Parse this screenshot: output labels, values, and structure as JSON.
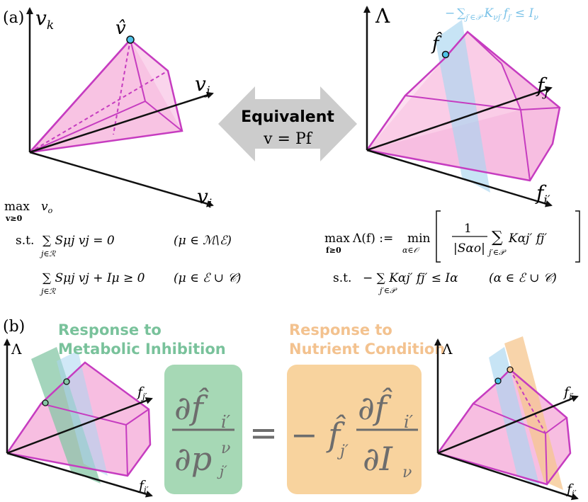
{
  "panel_a": {
    "label": "(a)",
    "left_axes": {
      "vertical": "v",
      "vertical_sub": "k",
      "right": "v",
      "right_sub": "j",
      "bottom": "v",
      "bottom_sub": "i",
      "apex": "v̂"
    },
    "right_axes": {
      "vertical": "Λ",
      "right": "f",
      "right_sub": "j′",
      "bottom": "f",
      "bottom_sub": "i′",
      "apex": "f̂"
    },
    "constraint_label": "− ∑ K f ≤ I",
    "constraint_parts": {
      "minus": "−",
      "sum": "∑",
      "sum_sub": "j′∈𝒫",
      "K": "K",
      "K_sub": "νj′",
      "f": "f",
      "f_sub": "j′",
      "leq": "≤ I",
      "I_sub": "ν"
    },
    "arrow_label_top": "Equivalent",
    "arrow_label_bottom": "v = Pf",
    "left_problem": {
      "max": "max",
      "max_sub": "v≥0",
      "objective": "v",
      "objective_sub": "o",
      "st": "s.t.",
      "eq1": "∑ Sμj vj = 0",
      "eq1_cond": "(μ ∈ ℳ\\ℰ)",
      "eq1_sum_sub": "j∈ℛ",
      "eq2": "∑ Sμj vj + Iμ ≥ 0",
      "eq2_cond": "(μ ∈ ℰ ∪ 𝒞)",
      "eq2_sum_sub": "j∈ℛ"
    },
    "right_problem": {
      "max": "max",
      "max_sub": "f≥0",
      "lambda_def": "Λ(f) :=",
      "min": "min",
      "min_sub": "α∈𝒪",
      "frac_num": "1",
      "frac_den": "|Sαo|",
      "sum_sub": "j′∈𝒫",
      "term": "Kαj′ fj′",
      "st": "s.t.",
      "ineq": "− ∑ Kαj′ fj′ ≤ Iα",
      "ineq_sum_sub": "j′∈𝒫",
      "ineq_cond": "(α ∈ ℰ ∪ 𝒞)"
    }
  },
  "panel_b": {
    "label": "(b)",
    "left_caption_1": "Response to",
    "left_caption_2": "Metabolic Inhibition",
    "right_caption_1": "Response to",
    "right_caption_2": "Nutrient Condition",
    "left_axes": {
      "vertical": "Λ",
      "right": "f",
      "right_sub": "j′",
      "bottom": "f",
      "bottom_sub": "i′"
    },
    "right_axes": {
      "vertical": "Λ",
      "right": "f",
      "right_sub": "j′",
      "bottom": "f",
      "bottom_sub": "i′"
    },
    "left_formula": {
      "num": "∂f̂",
      "num_sub": "i′",
      "den": "∂p",
      "den_sup": "ν",
      "den_sub": "j′"
    },
    "equals": "=",
    "right_formula": {
      "prefix": "− f̂",
      "prefix_sub": "j′",
      "num": "∂f̂",
      "num_sub": "i′",
      "den": "∂I",
      "den_sub": "ν"
    }
  },
  "colors": {
    "magenta": "#c63cc0",
    "pink_fill": "#f6b3dc",
    "light_pink": "#fbd3ea",
    "blue_plane": "#a9d6f0",
    "green_plane": "#86c7a6",
    "orange_plane": "#f6c58e",
    "green_text": "#79c29b",
    "orange_text": "#f3c28f",
    "blue_text": "#7cc3e8",
    "green_box": "#a6d8b5",
    "orange_box": "#f8d39e",
    "formula_gray": "#6d6d6d",
    "arrow_gray": "#cccccc",
    "apex_dot": "#4fc3e8"
  }
}
